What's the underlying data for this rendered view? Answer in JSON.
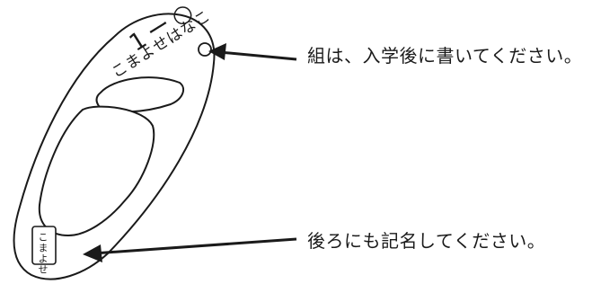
{
  "diagram": {
    "item_class_number": "1ー○",
    "item_name_top": "こまよせはなこ",
    "item_name_tag": "こまよせ",
    "callout_class": "組は、入学後に書いてください。",
    "callout_back_name": "後ろにも記名してください。"
  }
}
